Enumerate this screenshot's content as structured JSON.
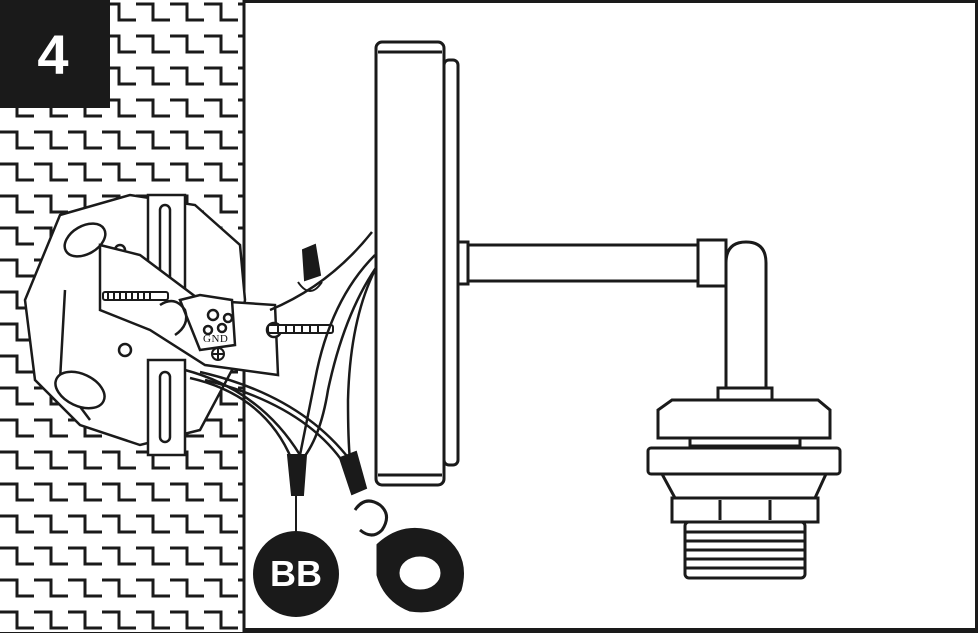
{
  "step": {
    "number": "4"
  },
  "callouts": {
    "part_label": "BB"
  },
  "bracket": {
    "ground_label": "GND"
  },
  "colors": {
    "ink": "#1a1a1a",
    "paper": "#ffffff"
  }
}
